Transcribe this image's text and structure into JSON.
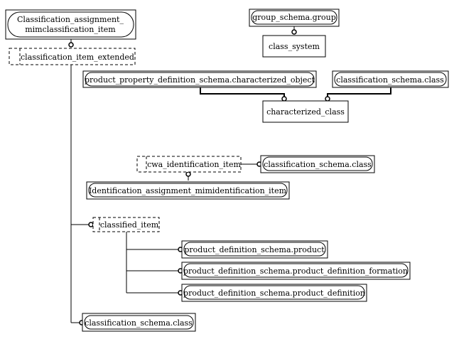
{
  "nodes": {
    "classification_assignment": {
      "line1": "Classification_assignment_",
      "line2": "mimclassification_item"
    },
    "classification_item_extended": {
      "label": "classification_item_extended"
    },
    "group_schema_group": {
      "label": "group_schema.group"
    },
    "class_system": {
      "label": "class_system"
    },
    "characterized_object": {
      "label": "product_property_definition_schema.characterized_object"
    },
    "classification_schema_class_top": {
      "label": "classification_schema.class"
    },
    "characterized_class": {
      "label": "characterized_class"
    },
    "cwa_identification_item": {
      "label": "cwa_identification_item"
    },
    "classification_schema_class_mid": {
      "label": "classification_schema.class"
    },
    "identification_assignment": {
      "label": "Identification_assignment_mimidentification_item"
    },
    "classified_item": {
      "label": "classified_item"
    },
    "product": {
      "label": "product_definition_schema.product"
    },
    "product_definition_formation": {
      "label": "product_definition_schema.product_definition_formation"
    },
    "product_definition": {
      "label": "product_definition_schema.product_definition"
    },
    "classification_schema_class_bottom": {
      "label": "classification_schema.class"
    }
  }
}
